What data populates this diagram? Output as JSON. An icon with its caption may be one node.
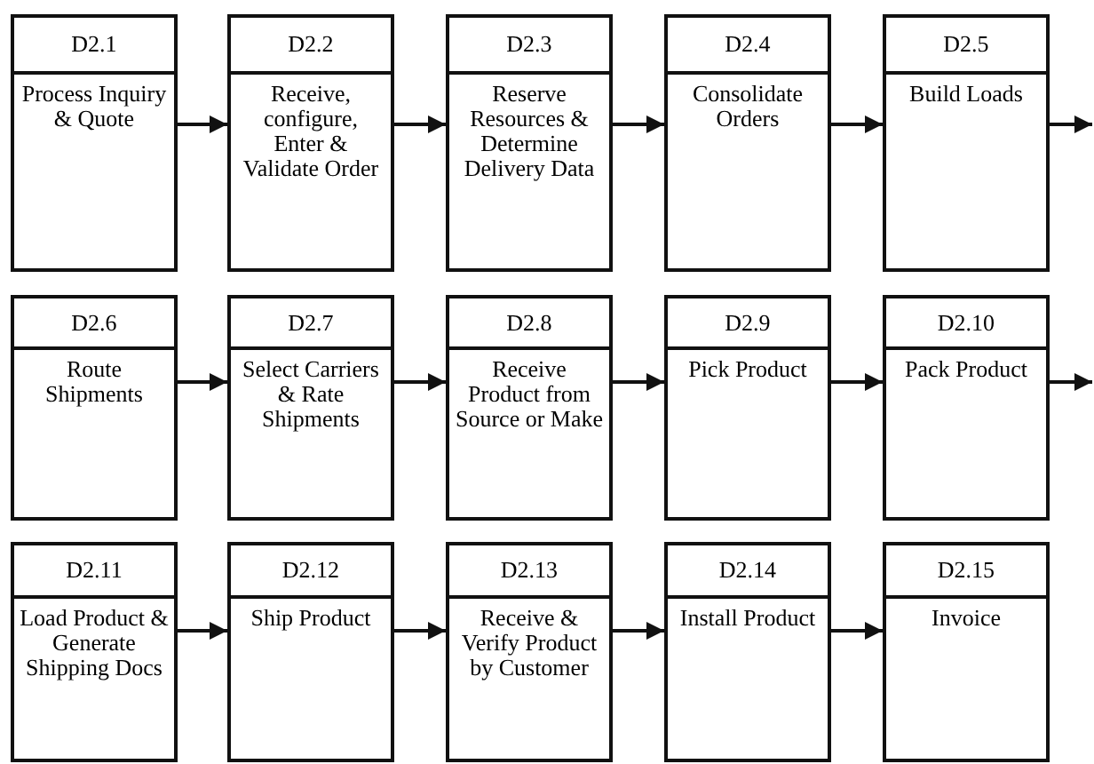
{
  "diagram": {
    "nodes": [
      {
        "text": [
          "D2.1",
          "Process Inquiry & Quote"
        ]
      },
      {
        "text": [
          "D2.2",
          "Receive, configure, Enter & Validate Order"
        ]
      },
      {
        "text": [
          "D2.3",
          "Reserve Resources & Determine Delivery Data"
        ]
      },
      {
        "text": [
          "D2.4",
          "Consolidate Orders"
        ]
      },
      {
        "text": [
          "D2.5",
          "Build Loads"
        ]
      },
      {
        "text": [
          "D2.6",
          "Route Shipments"
        ]
      },
      {
        "text": [
          "D2.7",
          "Select Carriers & Rate Shipments"
        ]
      },
      {
        "text": [
          "D2.8",
          "Receive Product from Source or Make"
        ]
      },
      {
        "text": [
          "D2.9",
          "Pick Product"
        ]
      },
      {
        "text": [
          "D2.10",
          "Pack Product"
        ]
      },
      {
        "text": [
          "D2.11",
          "Load Product & Generate Shipping Docs"
        ]
      },
      {
        "text": [
          "D2.12",
          "Ship Product"
        ]
      },
      {
        "text": [
          "D2.13",
          "Receive & Verify Product by Customer"
        ]
      },
      {
        "text": [
          "D2.14",
          "Install Product"
        ]
      },
      {
        "text": [
          "D2.15",
          "Invoice"
        ]
      }
    ],
    "edges": [
      {
        "from": 0,
        "to": 1,
        "arrow": "to"
      },
      {
        "from": 1,
        "to": 2,
        "arrow": "to"
      },
      {
        "from": 2,
        "to": 3,
        "arrow": "to"
      },
      {
        "from": 3,
        "to": 4,
        "arrow": "to"
      },
      {
        "from": 4,
        "to": null,
        "arrow": "to"
      },
      {
        "from": 5,
        "to": 6,
        "arrow": "to"
      },
      {
        "from": 6,
        "to": 7,
        "arrow": "to"
      },
      {
        "from": 7,
        "to": 8,
        "arrow": "to"
      },
      {
        "from": 8,
        "to": 9,
        "arrow": "to"
      },
      {
        "from": 9,
        "to": null,
        "arrow": "to"
      },
      {
        "from": 10,
        "to": 11,
        "arrow": "to"
      },
      {
        "from": 11,
        "to": 12,
        "arrow": "to"
      },
      {
        "from": 12,
        "to": 13,
        "arrow": "to"
      },
      {
        "from": 13,
        "to": 14,
        "arrow": "to"
      }
    ]
  }
}
